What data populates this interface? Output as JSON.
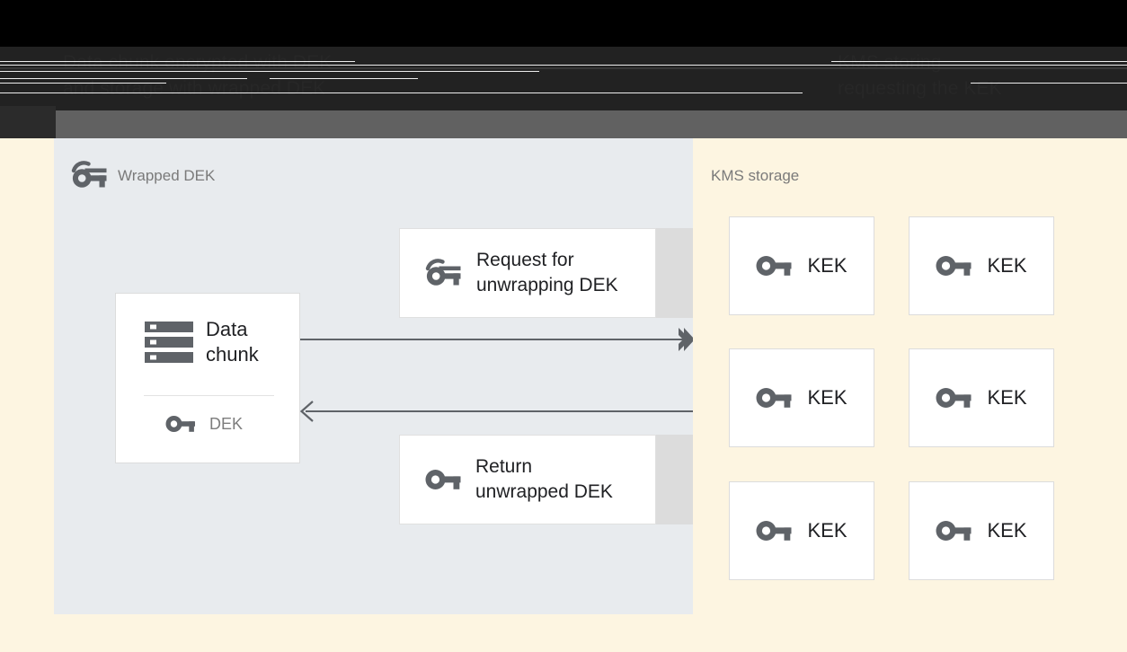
{
  "header": {
    "left_text": "Data chunk encrypted with DEK\nand storage with wrapped DEK",
    "right_text": "KMS storing\nrequesting the KEK"
  },
  "left_panel": {
    "title": "Wrapped DEK",
    "title_icon": "wrapped-key-icon",
    "data_chunk_card": {
      "icon": "storage-chunk-icon",
      "label": "Data\nchunk",
      "dek_icon": "key-icon",
      "dek_label": "DEK"
    },
    "messages": [
      {
        "icon": "wrapped-key-icon",
        "label": "Request for\nunwrapping DEK"
      },
      {
        "icon": "key-icon",
        "label": "Return\nunwrapped DEK"
      }
    ],
    "arrows": [
      {
        "name": "arrow-request-right",
        "direction": "right"
      },
      {
        "name": "arrow-return-left",
        "direction": "left"
      }
    ]
  },
  "right_panel": {
    "title": "KMS storage",
    "kek_items": [
      {
        "icon": "key-icon",
        "label": "KEK"
      },
      {
        "icon": "key-icon",
        "label": "KEK"
      },
      {
        "icon": "key-icon",
        "label": "KEK"
      },
      {
        "icon": "key-icon",
        "label": "KEK"
      },
      {
        "icon": "key-icon",
        "label": "KEK"
      },
      {
        "icon": "key-icon",
        "label": "KEK"
      }
    ]
  },
  "colors": {
    "left_panel_bg": "#e8ebee",
    "right_panel_bg": "#fdf5e1",
    "page_bg": "#fdf5e1",
    "topbar_black": "#000000",
    "topbar_dark": "#222222",
    "topbar_gray": "#616161",
    "icon_gray": "#5f6368",
    "text_dark": "#202124",
    "text_muted": "#7a7a7a",
    "card_border": "#dcdcdc",
    "card_shadow": "#dcdcdc"
  }
}
